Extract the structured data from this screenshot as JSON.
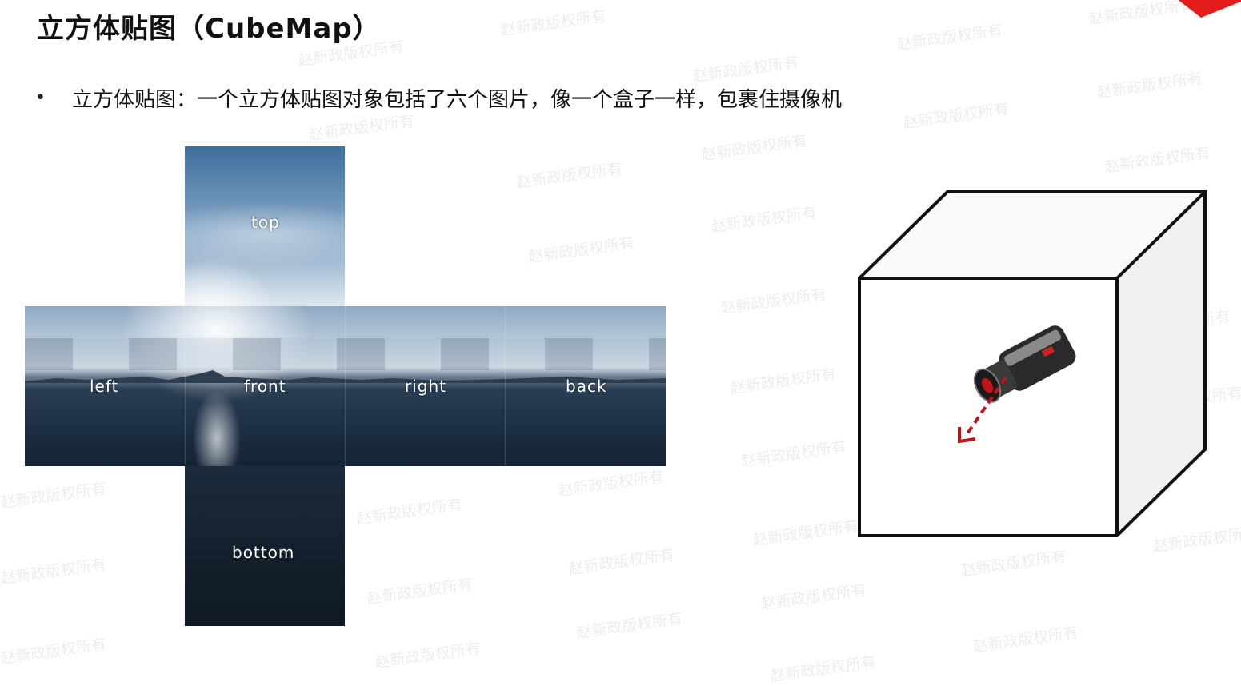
{
  "title": "立方体贴图（CubeMap）",
  "bullet": {
    "text": "立方体贴图：一个立方体贴图对象包括了六个图片，像一个盒子一样，包裹住摄像机"
  },
  "cubemap_faces": {
    "top": "top",
    "left": "left",
    "front": "front",
    "right": "right",
    "back": "back",
    "bottom": "bottom"
  },
  "watermark_text": "赵新政版权所有",
  "colors": {
    "accent": "#e31b1b",
    "arrow": "#c0141a",
    "cube_stroke": "#111111"
  }
}
